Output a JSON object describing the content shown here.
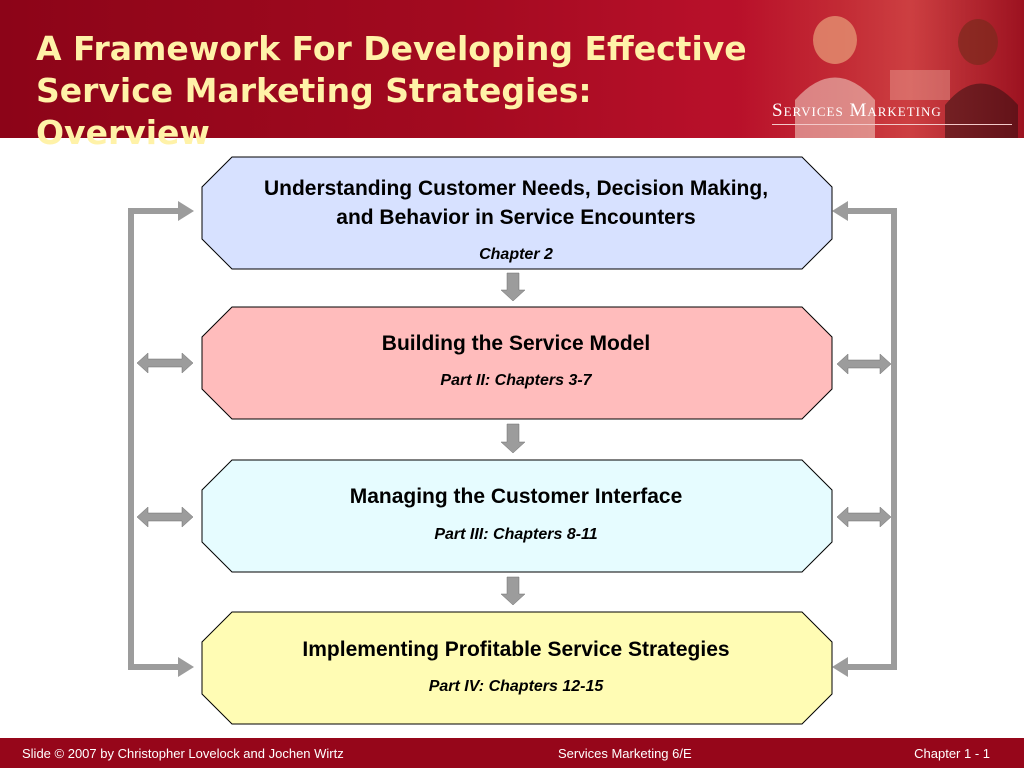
{
  "header": {
    "title_line1": "A Framework For Developing Effective",
    "title_line2": "Service Marketing Strategies: Overview",
    "brand": "Services Marketing"
  },
  "boxes": [
    {
      "title_line1": "Understanding Customer Needs, Decision Making,",
      "title_line2": "and Behavior in Service Encounters",
      "subtitle": "Chapter 2",
      "color": "#d7e1ff"
    },
    {
      "title_line1": "Building the Service Model",
      "subtitle": "Part II: Chapters 3-7",
      "color": "#ffbcbc"
    },
    {
      "title_line1": "Managing the Customer Interface",
      "subtitle": "Part III: Chapters 8-11",
      "color": "#e6fcff"
    },
    {
      "title_line1": "Implementing Profitable Service Strategies",
      "subtitle": "Part IV: Chapters 12-15",
      "color": "#fffcb4"
    }
  ],
  "arrow_color": "#9c9c9c",
  "footer": {
    "left": "Slide © 2007 by Christopher Lovelock and Jochen Wirtz",
    "center": "Services Marketing 6/E",
    "right": "Chapter 1 - 1"
  }
}
